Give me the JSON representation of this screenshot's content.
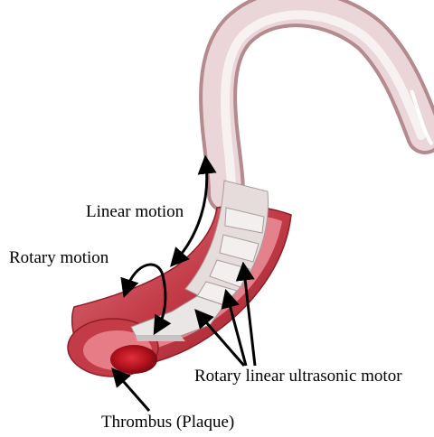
{
  "labels": {
    "linear_motion": "Linear motion",
    "rotary_motion": "Rotary motion",
    "motor": "Rotary linear ultrasonic motor",
    "thrombus": "Thrombus (Plaque)"
  },
  "colors": {
    "catheter_light": "#f4e7e8",
    "catheter_mid": "#dcbcbf",
    "catheter_dark": "#b48a8e",
    "vessel_outer": "#c23b47",
    "vessel_inner": "#e88a93",
    "vessel_dark": "#8f1d27",
    "thrombus": "#b0101c",
    "motor_light": "#f2f2f2",
    "motor_shadow": "#b9b2b3",
    "arrow": "#000000"
  }
}
